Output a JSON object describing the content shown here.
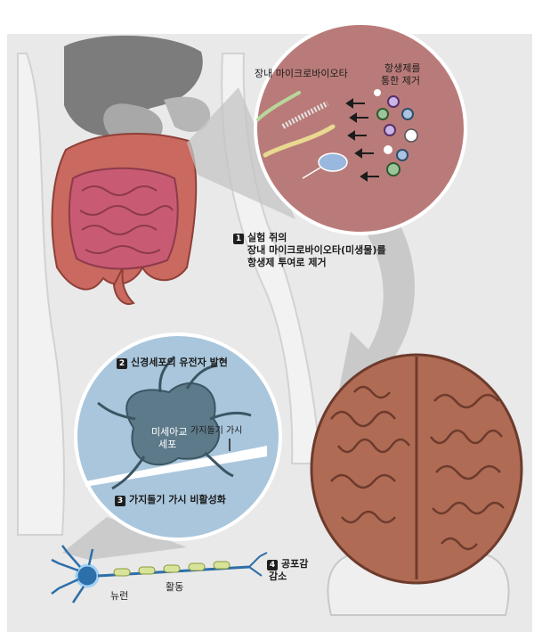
{
  "gut_circle": {
    "title": "장내 마이크로바이오타",
    "antibiotic_label_line1": "항생제를",
    "antibiotic_label_line2": "통한 제거"
  },
  "steps": [
    {
      "number": "1",
      "lines": [
        "실험 쥐의",
        "장내 마이크로바이오타(미생물)를",
        "항생제 투여로 제거"
      ]
    },
    {
      "number": "2",
      "lines": [
        "신경세포의 유전자 발현"
      ]
    },
    {
      "number": "3",
      "lines": [
        "가지돌기 가시 비활성화"
      ]
    },
    {
      "number": "4",
      "lines": [
        "공포감",
        "감소"
      ]
    }
  ],
  "neuron_circle": {
    "microglia_line1": "미세아교",
    "microglia_line2": "세포",
    "spine_label": "가지돌기 가시"
  },
  "neuron_strip": {
    "neuron_label": "뉴런",
    "activity_label": "활동"
  },
  "colors": {
    "background": "#e9e9e9",
    "gut_circle_fill": "#b97b79",
    "intestine": "#c9695f",
    "brain": "#b06b55",
    "neuron_circle_fill": "#a9c6dc",
    "arrow_gray": "#c9c9c9"
  }
}
